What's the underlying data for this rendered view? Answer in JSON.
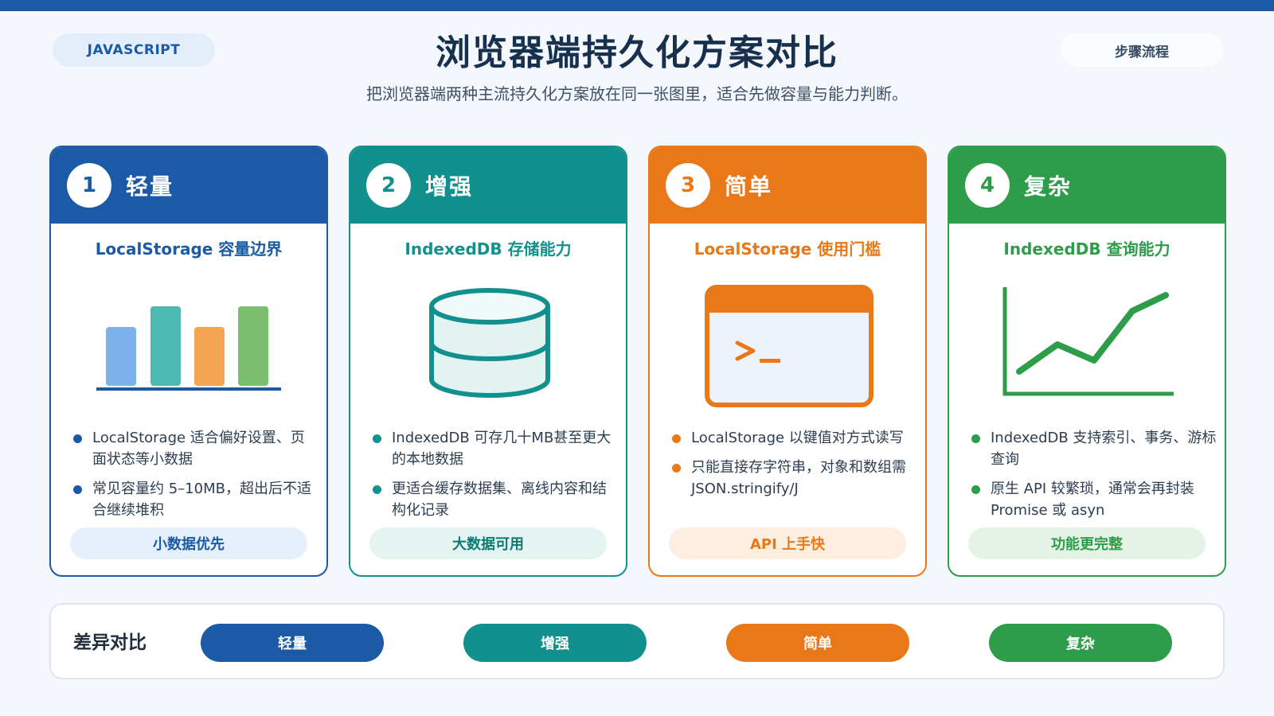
{
  "header": {
    "tag": "JAVASCRIPT",
    "title": "浏览器端持久化方案对比",
    "subtitle": "把浏览器端两种主流持久化方案放在同一张图里，适合先做容量与能力判断。",
    "steps_label": "步骤流程"
  },
  "colors": {
    "blue": "#1a5aa6",
    "teal": "#12908e",
    "orange": "#e97818",
    "green": "#2e9d49"
  },
  "cards": [
    {
      "number": "1",
      "label": "轻量",
      "subtitle": "LocalStorage 容量边界",
      "icon": "bar-chart-icon",
      "bullets": [
        "LocalStorage 适合偏好设置、页面状态等小数据",
        "常见容量约 5–10MB，超出后不适合继续堆积"
      ],
      "pill": "小数据优先"
    },
    {
      "number": "2",
      "label": "增强",
      "subtitle": "IndexedDB 存储能力",
      "icon": "database-icon",
      "bullets": [
        "IndexedDB 可存几十MB甚至更大的本地数据",
        "更适合缓存数据集、离线内容和结构化记录"
      ],
      "pill": "大数据可用"
    },
    {
      "number": "3",
      "label": "简单",
      "subtitle": "LocalStorage 使用门槛",
      "icon": "terminal-window-icon",
      "bullets": [
        "LocalStorage 以键值对方式读写",
        "只能直接存字符串，对象和数组需 JSON.stringify/J"
      ],
      "pill": "API 上手快"
    },
    {
      "number": "4",
      "label": "复杂",
      "subtitle": "IndexedDB 查询能力",
      "icon": "line-chart-icon",
      "bullets": [
        "IndexedDB 支持索引、事务、游标查询",
        "原生 API 较繁琐，通常会再封装 Promise 或 asyn"
      ],
      "pill": "功能更完整"
    }
  ],
  "compare": {
    "label": "差异对比",
    "buttons": [
      "轻量",
      "增强",
      "简单",
      "复杂"
    ]
  }
}
